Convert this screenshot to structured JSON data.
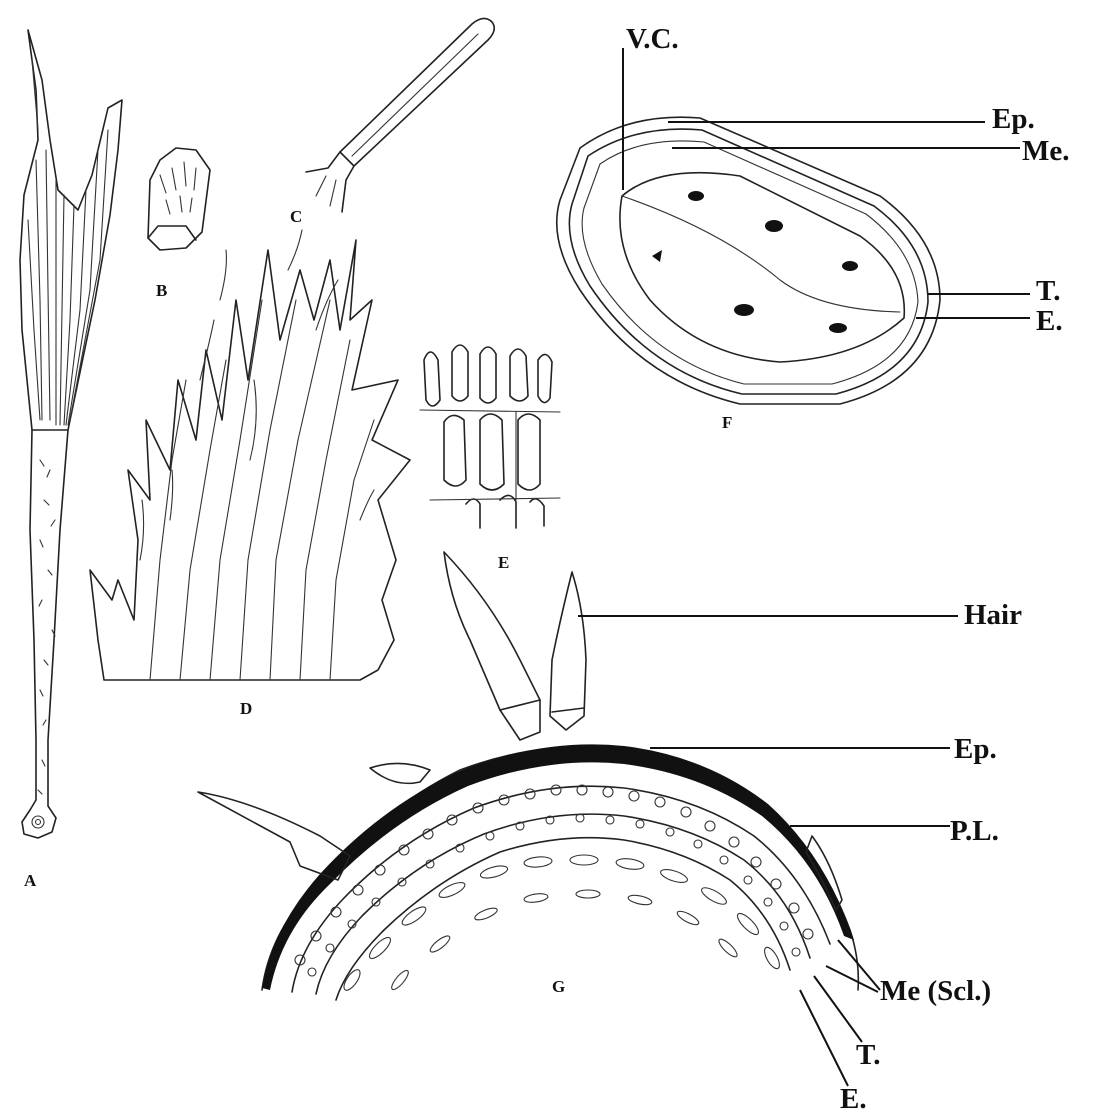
{
  "panels": [
    "A",
    "B",
    "C",
    "D",
    "E",
    "F",
    "G"
  ],
  "callouts": {
    "f_vc": "V.C.",
    "f_ep": "Ep.",
    "f_me": "Me.",
    "f_t": "T.",
    "f_e": "E.",
    "g_hair": "Hair",
    "g_ep": "Ep.",
    "g_pl": "P.L.",
    "g_me": "Me (Scl.)",
    "g_t": "T.",
    "g_e": "E."
  }
}
